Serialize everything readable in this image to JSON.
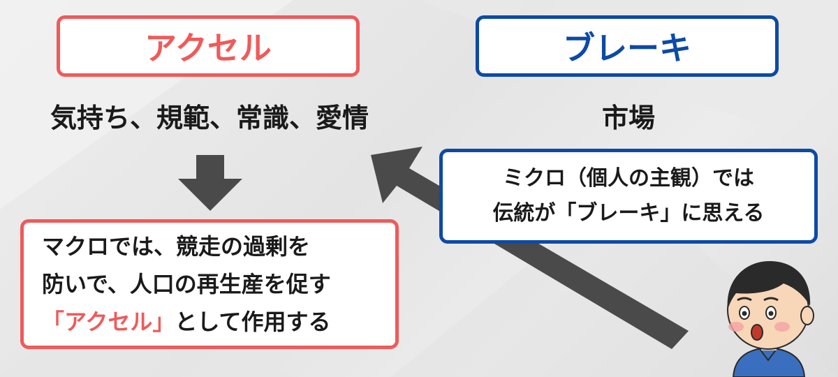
{
  "accel": {
    "title": "アクセル",
    "items": "気持ち、規範、常識、愛情"
  },
  "brake": {
    "title": "ブレーキ",
    "items": "市場"
  },
  "macro_note": {
    "line1": "マクロでは、競走の過剰を",
    "line2": "防いで、人口の再生産を促す",
    "line3_highlight": "「アクセル」",
    "line3_rest": "として作用する"
  },
  "micro_note": {
    "line1": "ミクロ（個人の主観）では",
    "line2": "伝統が「ブレーキ」に思える"
  },
  "colors": {
    "accel": "#f05a5a",
    "brake": "#0c4aa6",
    "arrow": "#4a4a4a"
  },
  "icons": {
    "down_arrow": "arrow-down-icon",
    "diagonal_arrow": "arrow-up-left-icon",
    "person": "surprised-person-illustration"
  }
}
